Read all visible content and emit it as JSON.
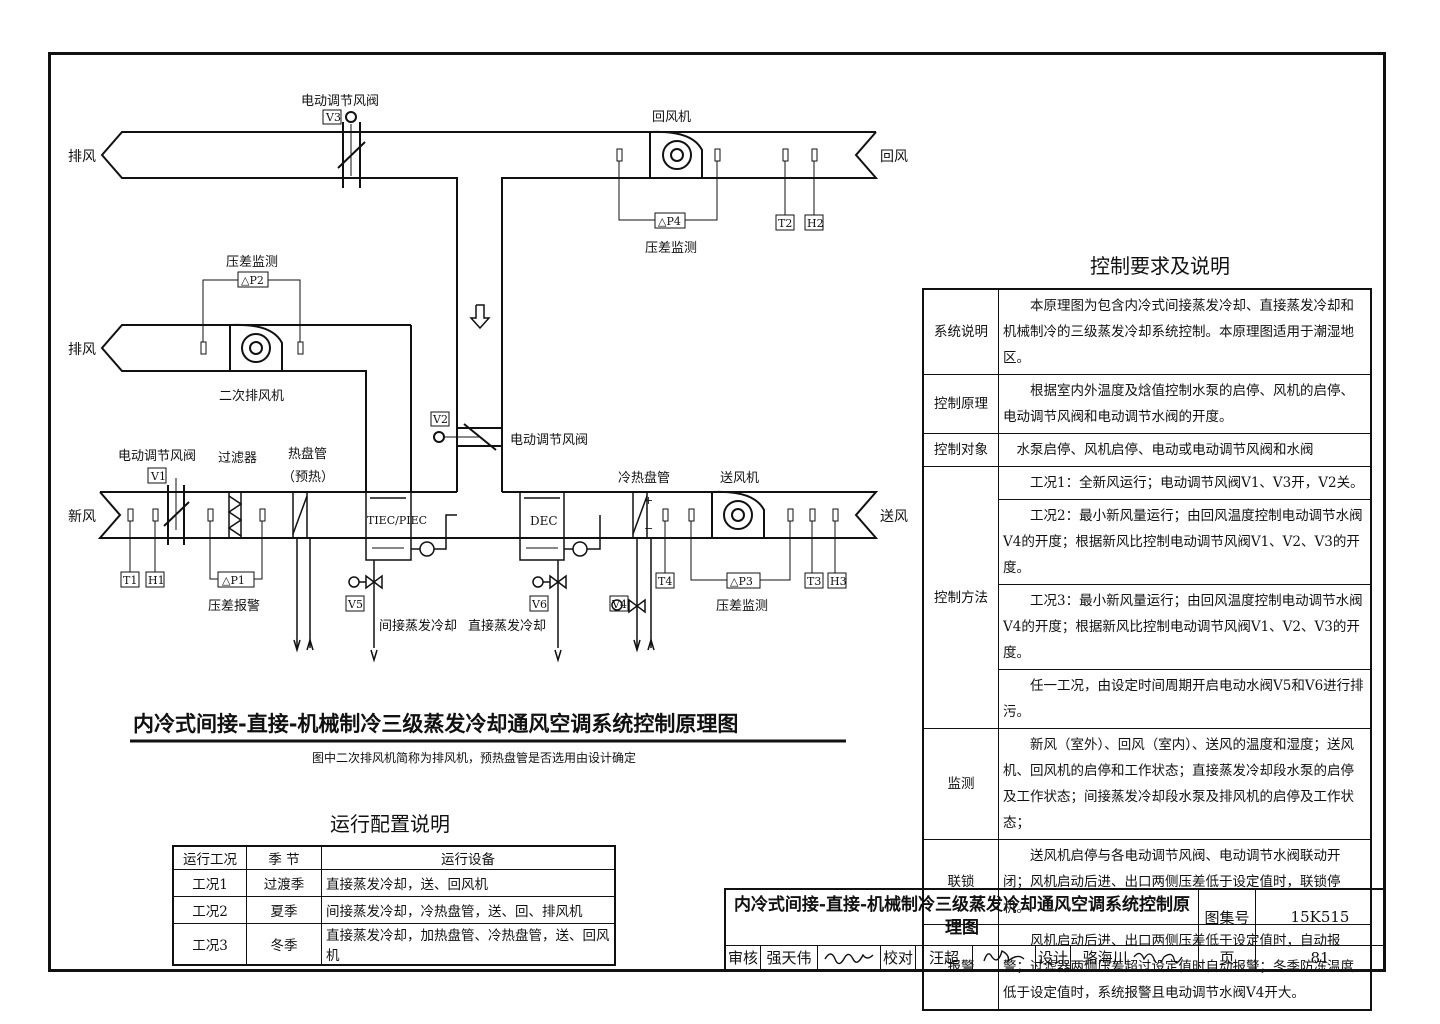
{
  "diagram": {
    "top_valve": "电动调节风阀",
    "v3": "V3",
    "exhaust_top": "排风",
    "return_fan": "回风机",
    "return_air": "回风",
    "dp4": "△P4",
    "dp4_label": "压差监测",
    "t2": "T2",
    "h2": "H2",
    "dp2_label": "压差监测",
    "dp2": "△P2",
    "exhaust_mid": "排风",
    "secondary_fan": "二次排风机",
    "v2": "V2",
    "v2_label": "电动调节风阀",
    "v1_label": "电动调节风阀",
    "v1": "V1",
    "filter": "过滤器",
    "heat_coil": "热盘管",
    "preheat": "（预热）",
    "fresh_air": "新风",
    "tiec": "TIEC/PIEC",
    "dec": "DEC",
    "cool_coil": "冷热盘管",
    "supply_fan": "送风机",
    "supply_air": "送风",
    "t1": "T1",
    "h1": "H1",
    "dp1": "△P1",
    "dp1_label": "压差报警",
    "v5": "V5",
    "indirect": "间接蒸发冷却",
    "v6": "V6",
    "direct": "直接蒸发冷却",
    "v4": "V4",
    "t4": "T4",
    "dp3": "△P3",
    "dp3_label": "压差监测",
    "t3": "T3",
    "h3": "H3",
    "coil_plus": "+",
    "coil_minus": "−"
  },
  "main_title": "内冷式间接-直接-机械制冷三级蒸发冷却通风空调系统控制原理图",
  "note": "图中二次排风机简称为排风机，预热盘管是否选用由设计确定",
  "control": {
    "title": "控制要求及说明",
    "rows": [
      {
        "head": "系统说明",
        "lines": [
          "本原理图为包含内冷式间接蒸发冷却、直接蒸发冷却和机械制冷的三级蒸发冷却系统控制。本原理图适用于潮湿地区。"
        ]
      },
      {
        "head": "控制原理",
        "lines": [
          "根据室内外温度及焓值控制水泵的启停、风机的启停、电动调节风阀和电动调节水阀的开度。"
        ]
      },
      {
        "head": "控制对象",
        "lines": [
          "水泵启停、风机启停、电动或电动调节风阀和水阀"
        ]
      },
      {
        "head": "控制方法",
        "lines": [
          "工况1：全新风运行；电动调节风阀V1、V3开，V2关。",
          "工况2：最小新风量运行；由回风温度控制电动调节水阀V4的开度；根据新风比控制电动调节风阀V1、V2、V3的开度。",
          "工况3：最小新风量运行；由回风温度控制电动调节水阀V4的开度；根据新风比控制电动调节风阀V1、V2、V3的开度。",
          "任一工况，由设定时间周期开启电动水阀V5和V6进行排污。"
        ]
      },
      {
        "head": "监测",
        "lines": [
          "新风（室外）、回风（室内）、送风的温度和湿度；送风机、回风机的启停和工作状态；直接蒸发冷却段水泵的启停及工作状态；间接蒸发冷却段水泵及排风机的启停及工作状态；"
        ]
      },
      {
        "head": "联锁",
        "lines": [
          "送风机启停与各电动调节风阀、电动调节水阀联动开闭；风机启动后进、出口两侧压差低于设定值时，联锁停机。"
        ]
      },
      {
        "head": "报警",
        "lines": [
          "风机启动后进、出口两侧压差低于设定值时，自动报警；过滤器两侧压差超过设定值时自动报警；冬季防冻温度低于设定值时，系统报警且电动调节水阀V4开大。"
        ]
      }
    ]
  },
  "operation": {
    "title": "运行配置说明",
    "headers": [
      "运行工况",
      "季 节",
      "运行设备"
    ],
    "rows": [
      [
        "工况1",
        "过渡季",
        "直接蒸发冷却，送、回风机"
      ],
      [
        "工况2",
        "夏季",
        "间接蒸发冷却，冷热盘管，送、回、排风机"
      ],
      [
        "工况3",
        "冬季",
        "直接蒸发冷却，加热盘管、冷热盘管，送、回风机"
      ]
    ]
  },
  "title_block": {
    "title": "内冷式间接-直接-机械制冷三级蒸发冷却通风空调系统控制原理图",
    "atlas_label": "图集号",
    "atlas_no": "15K515",
    "review_label": "审核",
    "reviewer": "强天伟",
    "check_label": "校对",
    "checker": "汪超",
    "design_label": "设计",
    "designer": "骆海川",
    "page_label": "页",
    "page_no": "81"
  }
}
